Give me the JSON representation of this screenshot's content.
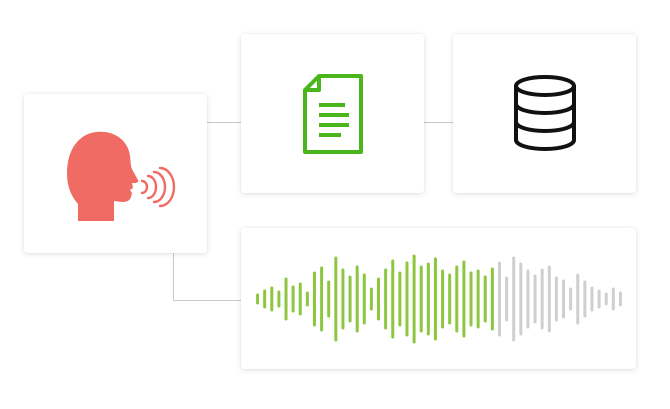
{
  "colors": {
    "speaker": "#f06b63",
    "document": "#4bb61c",
    "database": "#111111",
    "wave_played": "#8dc63f",
    "wave_unplayed": "#cfcfcf",
    "connector": "#c9c9c9"
  },
  "icons": {
    "speaker": "speaking-head-icon",
    "document": "document-icon",
    "database": "database-icon",
    "waveform": "audio-waveform"
  },
  "waveform": {
    "played_fraction": 0.66,
    "amplitudes": [
      8,
      16,
      22,
      14,
      40,
      24,
      30,
      12,
      52,
      62,
      34,
      82,
      58,
      44,
      64,
      48,
      20,
      40,
      58,
      76,
      52,
      72,
      86,
      64,
      70,
      80,
      56,
      48,
      64,
      74,
      52,
      56,
      44,
      60,
      72,
      42,
      82,
      70,
      56,
      46,
      58,
      64,
      42,
      36,
      20,
      48,
      34,
      22,
      16,
      10,
      20,
      12
    ]
  }
}
